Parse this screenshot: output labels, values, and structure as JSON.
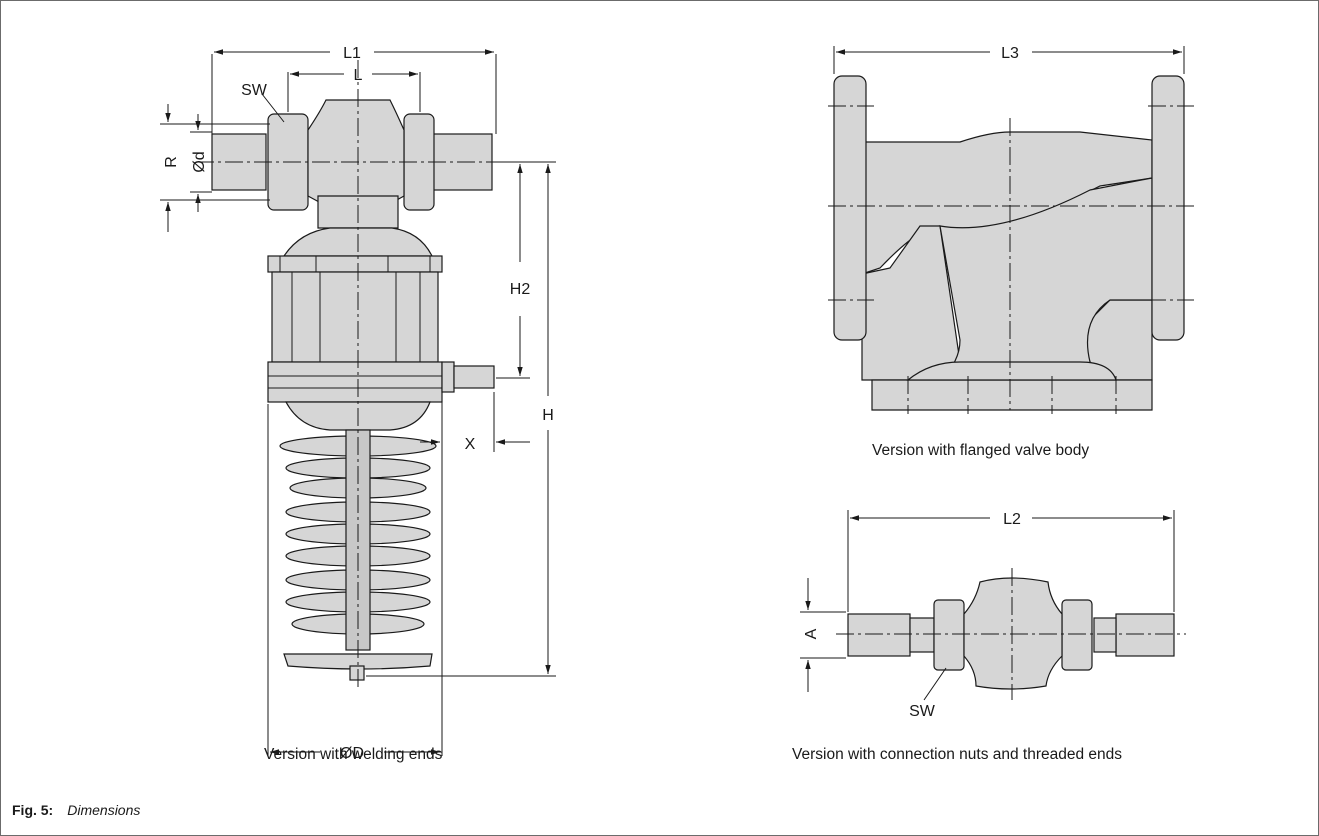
{
  "figure": {
    "number_label": "Fig. 5:",
    "title": "Dimensions"
  },
  "captions": {
    "welding": "Version with welding ends",
    "flanged": "Version with flanged valve body",
    "threaded": "Version with connection nuts and threaded ends"
  },
  "dimension_labels": {
    "L1": "L1",
    "L": "L",
    "SW": "SW",
    "R": "R",
    "d": "Ød",
    "H2": "H2",
    "H": "H",
    "X": "X",
    "D": "ØD",
    "L3": "L3",
    "L2": "L2",
    "A": "A",
    "SW2": "SW"
  },
  "colors": {
    "body_fill": "#d6d6d6",
    "line": "#1a1a1a",
    "frame": "#6b6b6b"
  }
}
